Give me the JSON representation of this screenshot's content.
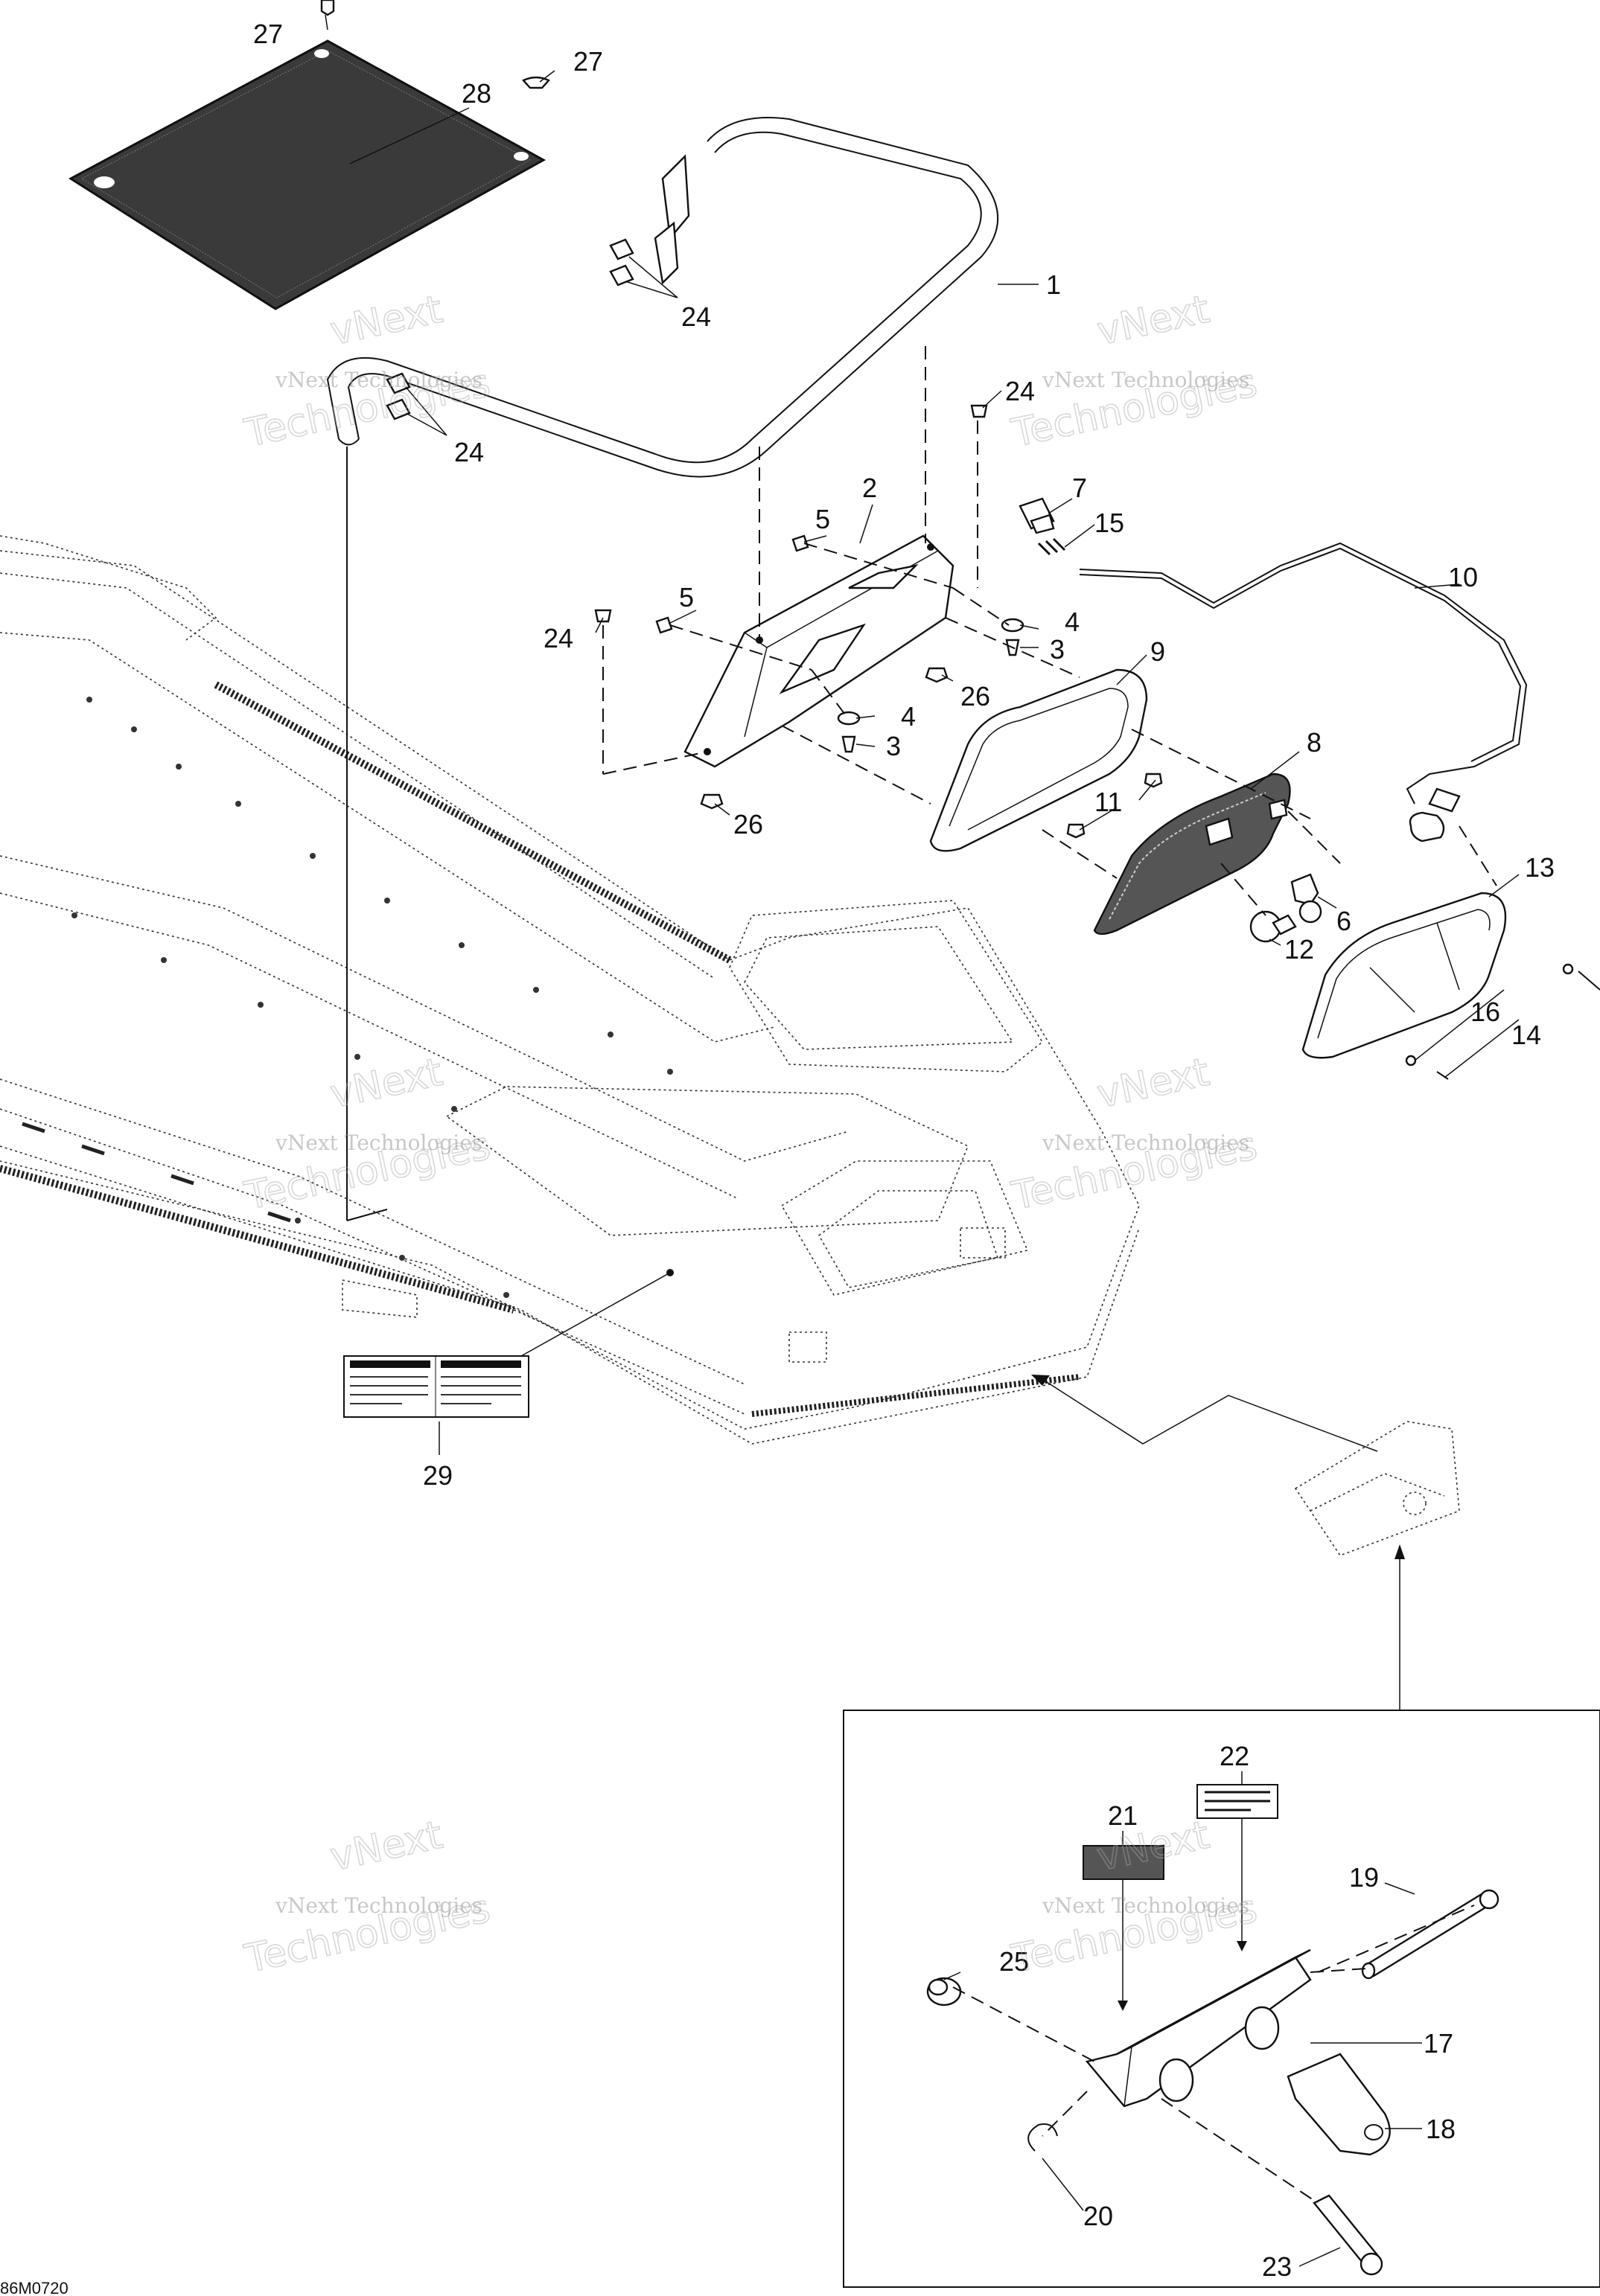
{
  "callouts": [
    "27",
    "27",
    "28",
    "1",
    "24",
    "24",
    "24",
    "24",
    "2",
    "5",
    "5",
    "7",
    "15",
    "10",
    "4",
    "3",
    "9",
    "26",
    "4",
    "3",
    "26",
    "8",
    "11",
    "6",
    "12",
    "13",
    "16",
    "14",
    "29",
    "22",
    "21",
    "19",
    "25",
    "17",
    "18",
    "20",
    "23"
  ],
  "drawing_code": "86M0720",
  "watermark": {
    "line1": "vNext",
    "line2": "vNext Technologies",
    "line3": "Technologies"
  },
  "colors": {
    "ink": "#111111",
    "watermark": "#9a9a9a",
    "background": "#ffffff"
  }
}
